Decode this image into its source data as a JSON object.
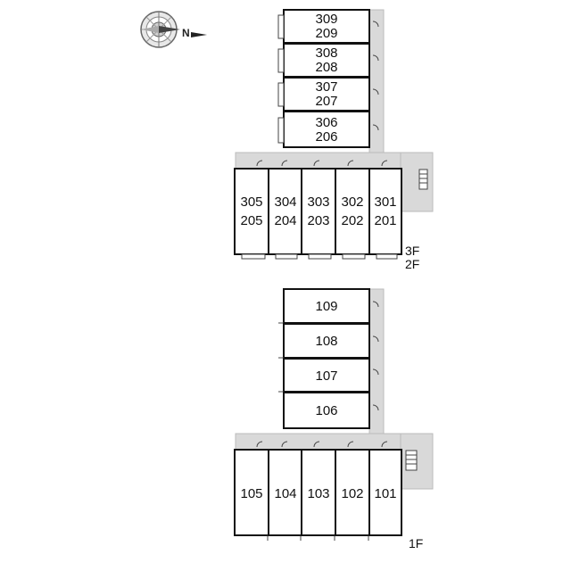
{
  "compass": {
    "north_label": "N"
  },
  "upper": {
    "floor_top": "3F",
    "floor_bottom": "2F",
    "column_units": [
      {
        "top": "309",
        "bottom": "209"
      },
      {
        "top": "308",
        "bottom": "208"
      },
      {
        "top": "307",
        "bottom": "207"
      },
      {
        "top": "306",
        "bottom": "206"
      }
    ],
    "row_units": [
      {
        "top": "305",
        "bottom": "205"
      },
      {
        "top": "304",
        "bottom": "204"
      },
      {
        "top": "303",
        "bottom": "203"
      },
      {
        "top": "302",
        "bottom": "202"
      },
      {
        "top": "301",
        "bottom": "201"
      }
    ]
  },
  "lower": {
    "floor": "1F",
    "column_units": [
      "109",
      "108",
      "107",
      "106"
    ],
    "row_units": [
      "105",
      "104",
      "103",
      "102",
      "101"
    ]
  }
}
